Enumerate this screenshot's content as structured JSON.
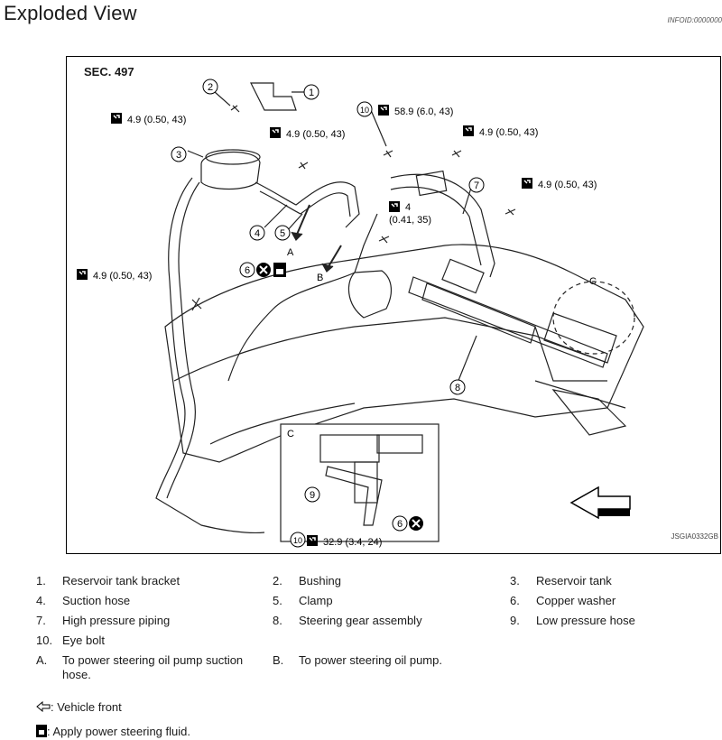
{
  "header": {
    "title": "Exploded View",
    "info_id": "INFOID:0000000"
  },
  "diagram": {
    "section": "SEC. 497",
    "image_code": "JSGIA0332GB",
    "torques": {
      "t1": "4.9 (0.50, 43)",
      "t2": "4.9 (0.50, 43)",
      "t3": "58.9 (6.0, 43)",
      "t4": "4.9 (0.50, 43)",
      "t5": "4.9 (0.50, 43)",
      "t6": "4.9 (0.50, 43)",
      "t7_a": "4",
      "t7_b": "(0.41, 35)",
      "t8": "32.9 (3.4, 24)"
    },
    "callouts": [
      "1",
      "2",
      "3",
      "4",
      "5",
      "6",
      "7",
      "8",
      "9",
      "10"
    ],
    "letters": {
      "a": "A",
      "b": "B",
      "c": "C",
      "inset": "C"
    }
  },
  "legend": {
    "items": [
      {
        "num": "1.",
        "text": "Reservoir tank bracket"
      },
      {
        "num": "2.",
        "text": "Bushing"
      },
      {
        "num": "3.",
        "text": "Reservoir tank"
      },
      {
        "num": "4.",
        "text": "Suction hose"
      },
      {
        "num": "5.",
        "text": "Clamp"
      },
      {
        "num": "6.",
        "text": "Copper washer"
      },
      {
        "num": "7.",
        "text": "High pressure piping"
      },
      {
        "num": "8.",
        "text": "Steering gear assembly"
      },
      {
        "num": "9.",
        "text": "Low pressure hose"
      },
      {
        "num": "10.",
        "text": "Eye bolt"
      },
      {
        "num": "A.",
        "text": "To power steering oil pump suction",
        "text2": "hose."
      },
      {
        "num": "B.",
        "text": "To power steering oil pump."
      }
    ],
    "vehicle_front": ": Vehicle front",
    "apply_fluid": ": Apply power steering fluid."
  }
}
